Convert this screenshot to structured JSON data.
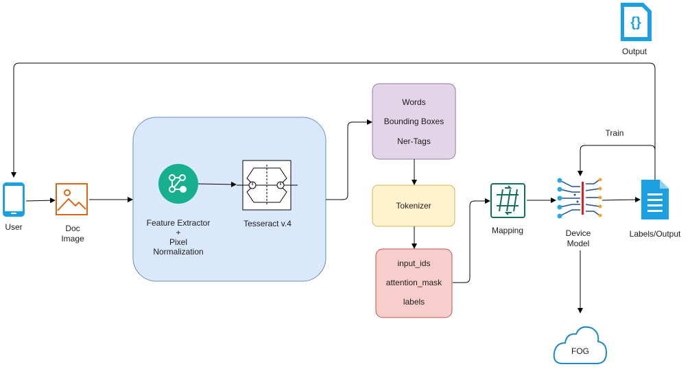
{
  "nodes": {
    "user": {
      "label": "User"
    },
    "doc_image": {
      "line1": "Doc",
      "line2": "Image"
    },
    "feature_extractor": {
      "line1": "Feature Extractor",
      "line2": "+",
      "line3": "Pixel",
      "line4": "Normalization"
    },
    "tesseract": {
      "label": "Tesseract v.4"
    },
    "words_box": {
      "items": [
        "Words",
        "Bounding Boxes",
        "Ner-Tags"
      ]
    },
    "tokenizer": {
      "label": "Tokenizer"
    },
    "encodings_box": {
      "items": [
        "input_ids",
        "attention_mask",
        "labels"
      ]
    },
    "mapping": {
      "label": "Mapping"
    },
    "device_model": {
      "line1": "Device",
      "line2": "Model"
    },
    "labels_output": {
      "label": "Labels/Output"
    },
    "output": {
      "label": "Output"
    },
    "fog": {
      "label": "FOG"
    }
  },
  "edges": {
    "train": {
      "label": "Train"
    }
  },
  "colors": {
    "container_fill": "#dae8fc",
    "container_stroke": "#6c8ebf",
    "words_fill": "#e1d5e7",
    "words_stroke": "#9673a6",
    "tokenizer_fill": "#fff2cc",
    "tokenizer_stroke": "#d6b656",
    "enc_fill": "#f8cecc",
    "enc_stroke": "#b85450",
    "icon_blue": "#1ba1e2",
    "icon_orange": "#d86613",
    "icon_teal": "#16b08e",
    "fog_blue": "#1e88c9"
  }
}
